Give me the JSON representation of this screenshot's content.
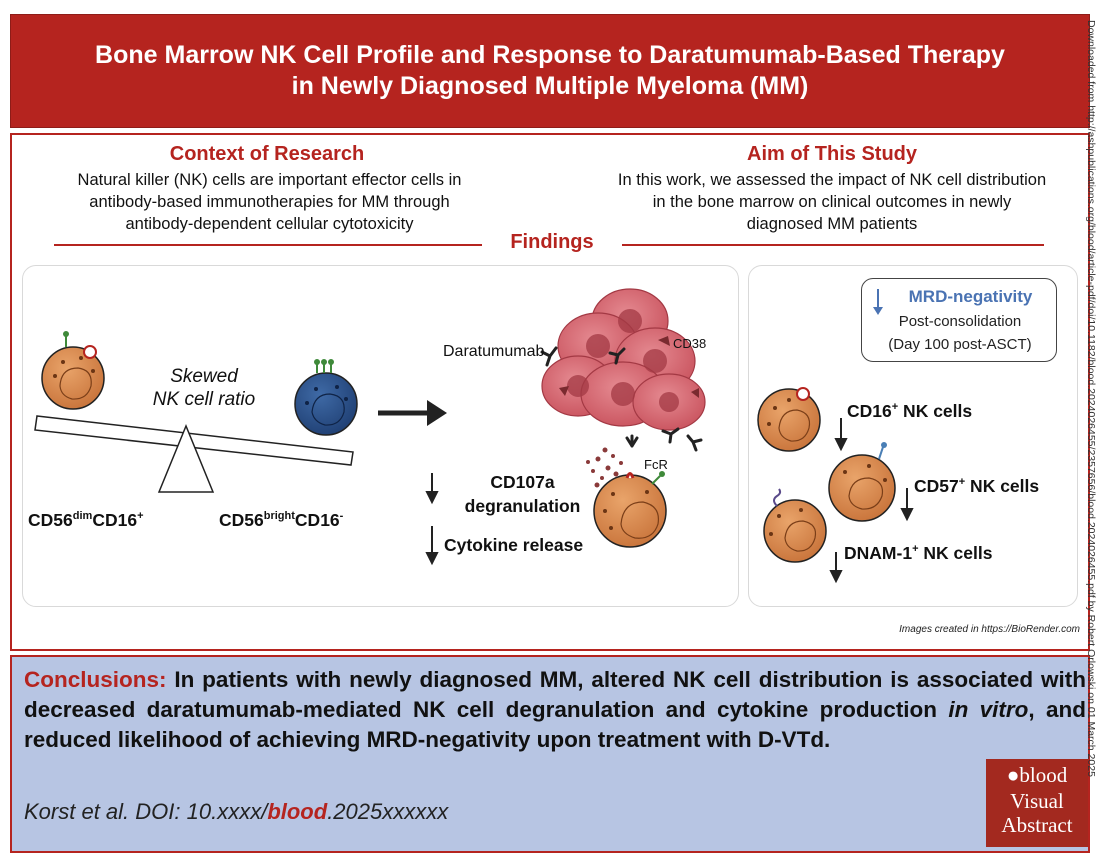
{
  "header": {
    "title_line1": "Bone Marrow NK Cell Profile and Response to Daratumumab-Based Therapy",
    "title_line2": "in Newly Diagnosed Multiple Myeloma (MM)"
  },
  "context": {
    "title": "Context of Research",
    "line1": "Natural killer (NK) cells are important effector cells in",
    "line2": "antibody-based immunotherapies for MM through",
    "line3": "antibody-dependent cellular cytotoxicity"
  },
  "aim": {
    "title": "Aim of This Study",
    "line1": "In this work, we assessed the impact of NK cell distribution",
    "line2": "in the bone marrow on clinical outcomes in newly",
    "line3": "diagnosed MM patients"
  },
  "findings": {
    "title": "Findings",
    "seesaw": {
      "label_line1": "Skewed",
      "label_line2": "NK cell ratio",
      "left_base": "CD56",
      "left_sup1": "dim",
      "left_mid": "CD16",
      "left_sup2": "+",
      "right_base": "CD56",
      "right_sup1": "bright",
      "right_mid": "CD16",
      "right_sup2": "-"
    },
    "mechanism": {
      "daratumumab": "Daratumumab",
      "cd38": "CD38",
      "fcr": "FcR",
      "cd107a_line1": "CD107a",
      "cd107a_line2": "degranulation",
      "cytokine": "Cytokine release"
    },
    "outcome": {
      "mrd_title": "MRD-negativity",
      "mrd_line1": "Post-consolidation",
      "mrd_line2": "(Day 100 post-ASCT)",
      "cd16_base": "CD16",
      "cd16_sup": "+",
      "cd16_tail": " NK cells",
      "cd57_base": "CD57",
      "cd57_sup": "+",
      "cd57_tail": " NK cells",
      "dnam_base": "DNAM-1",
      "dnam_sup": "+",
      "dnam_tail": " NK cells"
    },
    "credit": "Images created in https://BioRender.com"
  },
  "conclusions": {
    "heading": "Conclusions:",
    "text1": " In patients with newly diagnosed MM, altered NK cell distribution is associated with decreased daratumumab-mediated NK cell degranulation and cytokine production ",
    "text_italic": "in vitro",
    "text2": ", and reduced likelihood of achieving MRD-negativity upon treatment with D-VTd.",
    "citation_pre": "Korst et al. DOI: 10.xxxx/",
    "citation_blood": "blood",
    "citation_post": ".2025xxxxxx"
  },
  "badge": {
    "line1": "blood",
    "line2": "Visual",
    "line3": "Abstract"
  },
  "side_note": "Downloaded from http://ashpublications.org/blood/article-pdf/doi/10.1182/blood.2024026455/2357656/blood.2024026455.pdf by Robert Orlowski on 01 March 2025",
  "colors": {
    "brand_red": "#b5241f",
    "conclusion_bg": "#b7c5e3",
    "nk_orange": "#d98a4e",
    "myeloma_pink": "#d9707a",
    "mrd_blue": "#4a73b3"
  },
  "icons": [
    "nk-cell-icon",
    "myeloma-cell-icon",
    "antibody-icon",
    "arrow-right-icon",
    "arrow-down-icon",
    "seesaw-icon",
    "granule-cloud-icon",
    "cd38-receptor-icon"
  ]
}
